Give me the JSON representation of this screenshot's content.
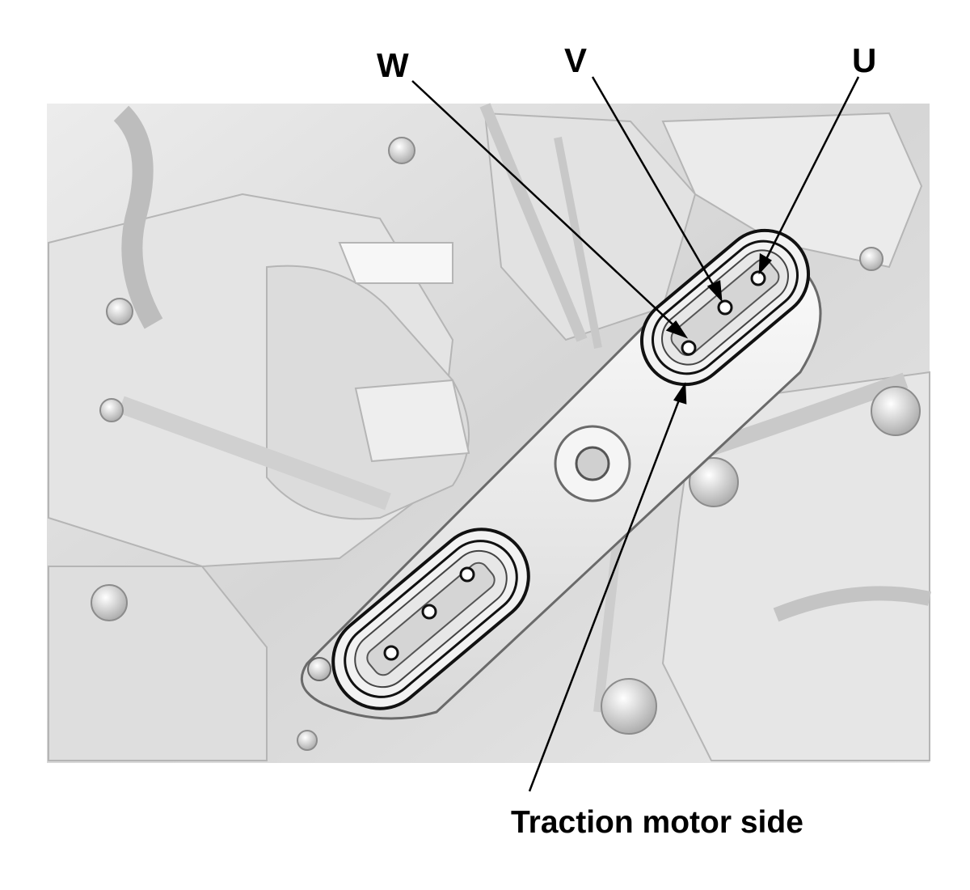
{
  "callouts": {
    "w": "W",
    "v": "V",
    "u": "U",
    "caption": "Traction motor side"
  },
  "colors": {
    "line": "#000000",
    "metal_light": "#f2f2f2",
    "metal_mid": "#cfcfcf",
    "metal_dark": "#9a9a9a",
    "background": "#ffffff"
  }
}
